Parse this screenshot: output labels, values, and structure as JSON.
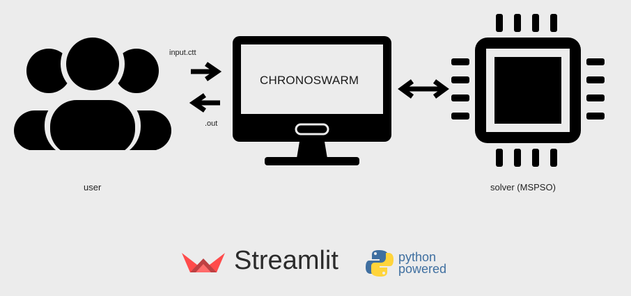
{
  "diagram": {
    "user_label": "user",
    "solver_label": "solver (MSPSO)",
    "app_name": "CHRONOSWARM",
    "input_file": "input.ctt",
    "output_file": ".out"
  },
  "footer": {
    "brand": "Streamlit",
    "python_line1": "python",
    "python_line2": "powered"
  },
  "colors": {
    "background": "#ececec",
    "icon": "#000000",
    "streamlit_red": "#ff4b4b",
    "python_blue": "#3f6fa0",
    "python_yellow": "#ffd43b"
  }
}
